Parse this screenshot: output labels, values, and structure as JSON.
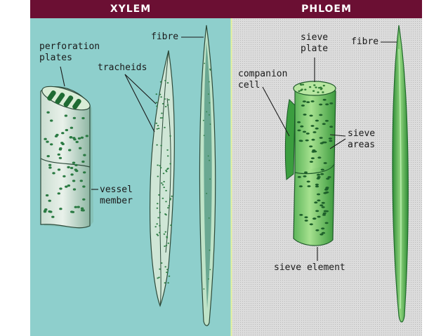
{
  "panels": {
    "xylem": {
      "title": "XYLEM"
    },
    "phloem": {
      "title": "PHLOEM"
    }
  },
  "labels": {
    "perforation_plates": [
      "perforation",
      "plates"
    ],
    "tracheids": "tracheids",
    "xylem_fibre": "fibre",
    "vessel_member": [
      "vessel",
      "member"
    ],
    "sieve_plate": [
      "sieve",
      "plate"
    ],
    "companion_cell": [
      "companion",
      "cell"
    ],
    "phloem_fibre": "fibre",
    "sieve_areas": [
      "sieve",
      "areas"
    ],
    "sieve_element": "sieve element"
  },
  "colors": {
    "header": "#6b0f33",
    "xylem_bg": "#8ecfcc",
    "phloem_bg": "#d8d8d8",
    "cell_green": "#3f9e3f",
    "cell_light": "#a6dd94"
  }
}
